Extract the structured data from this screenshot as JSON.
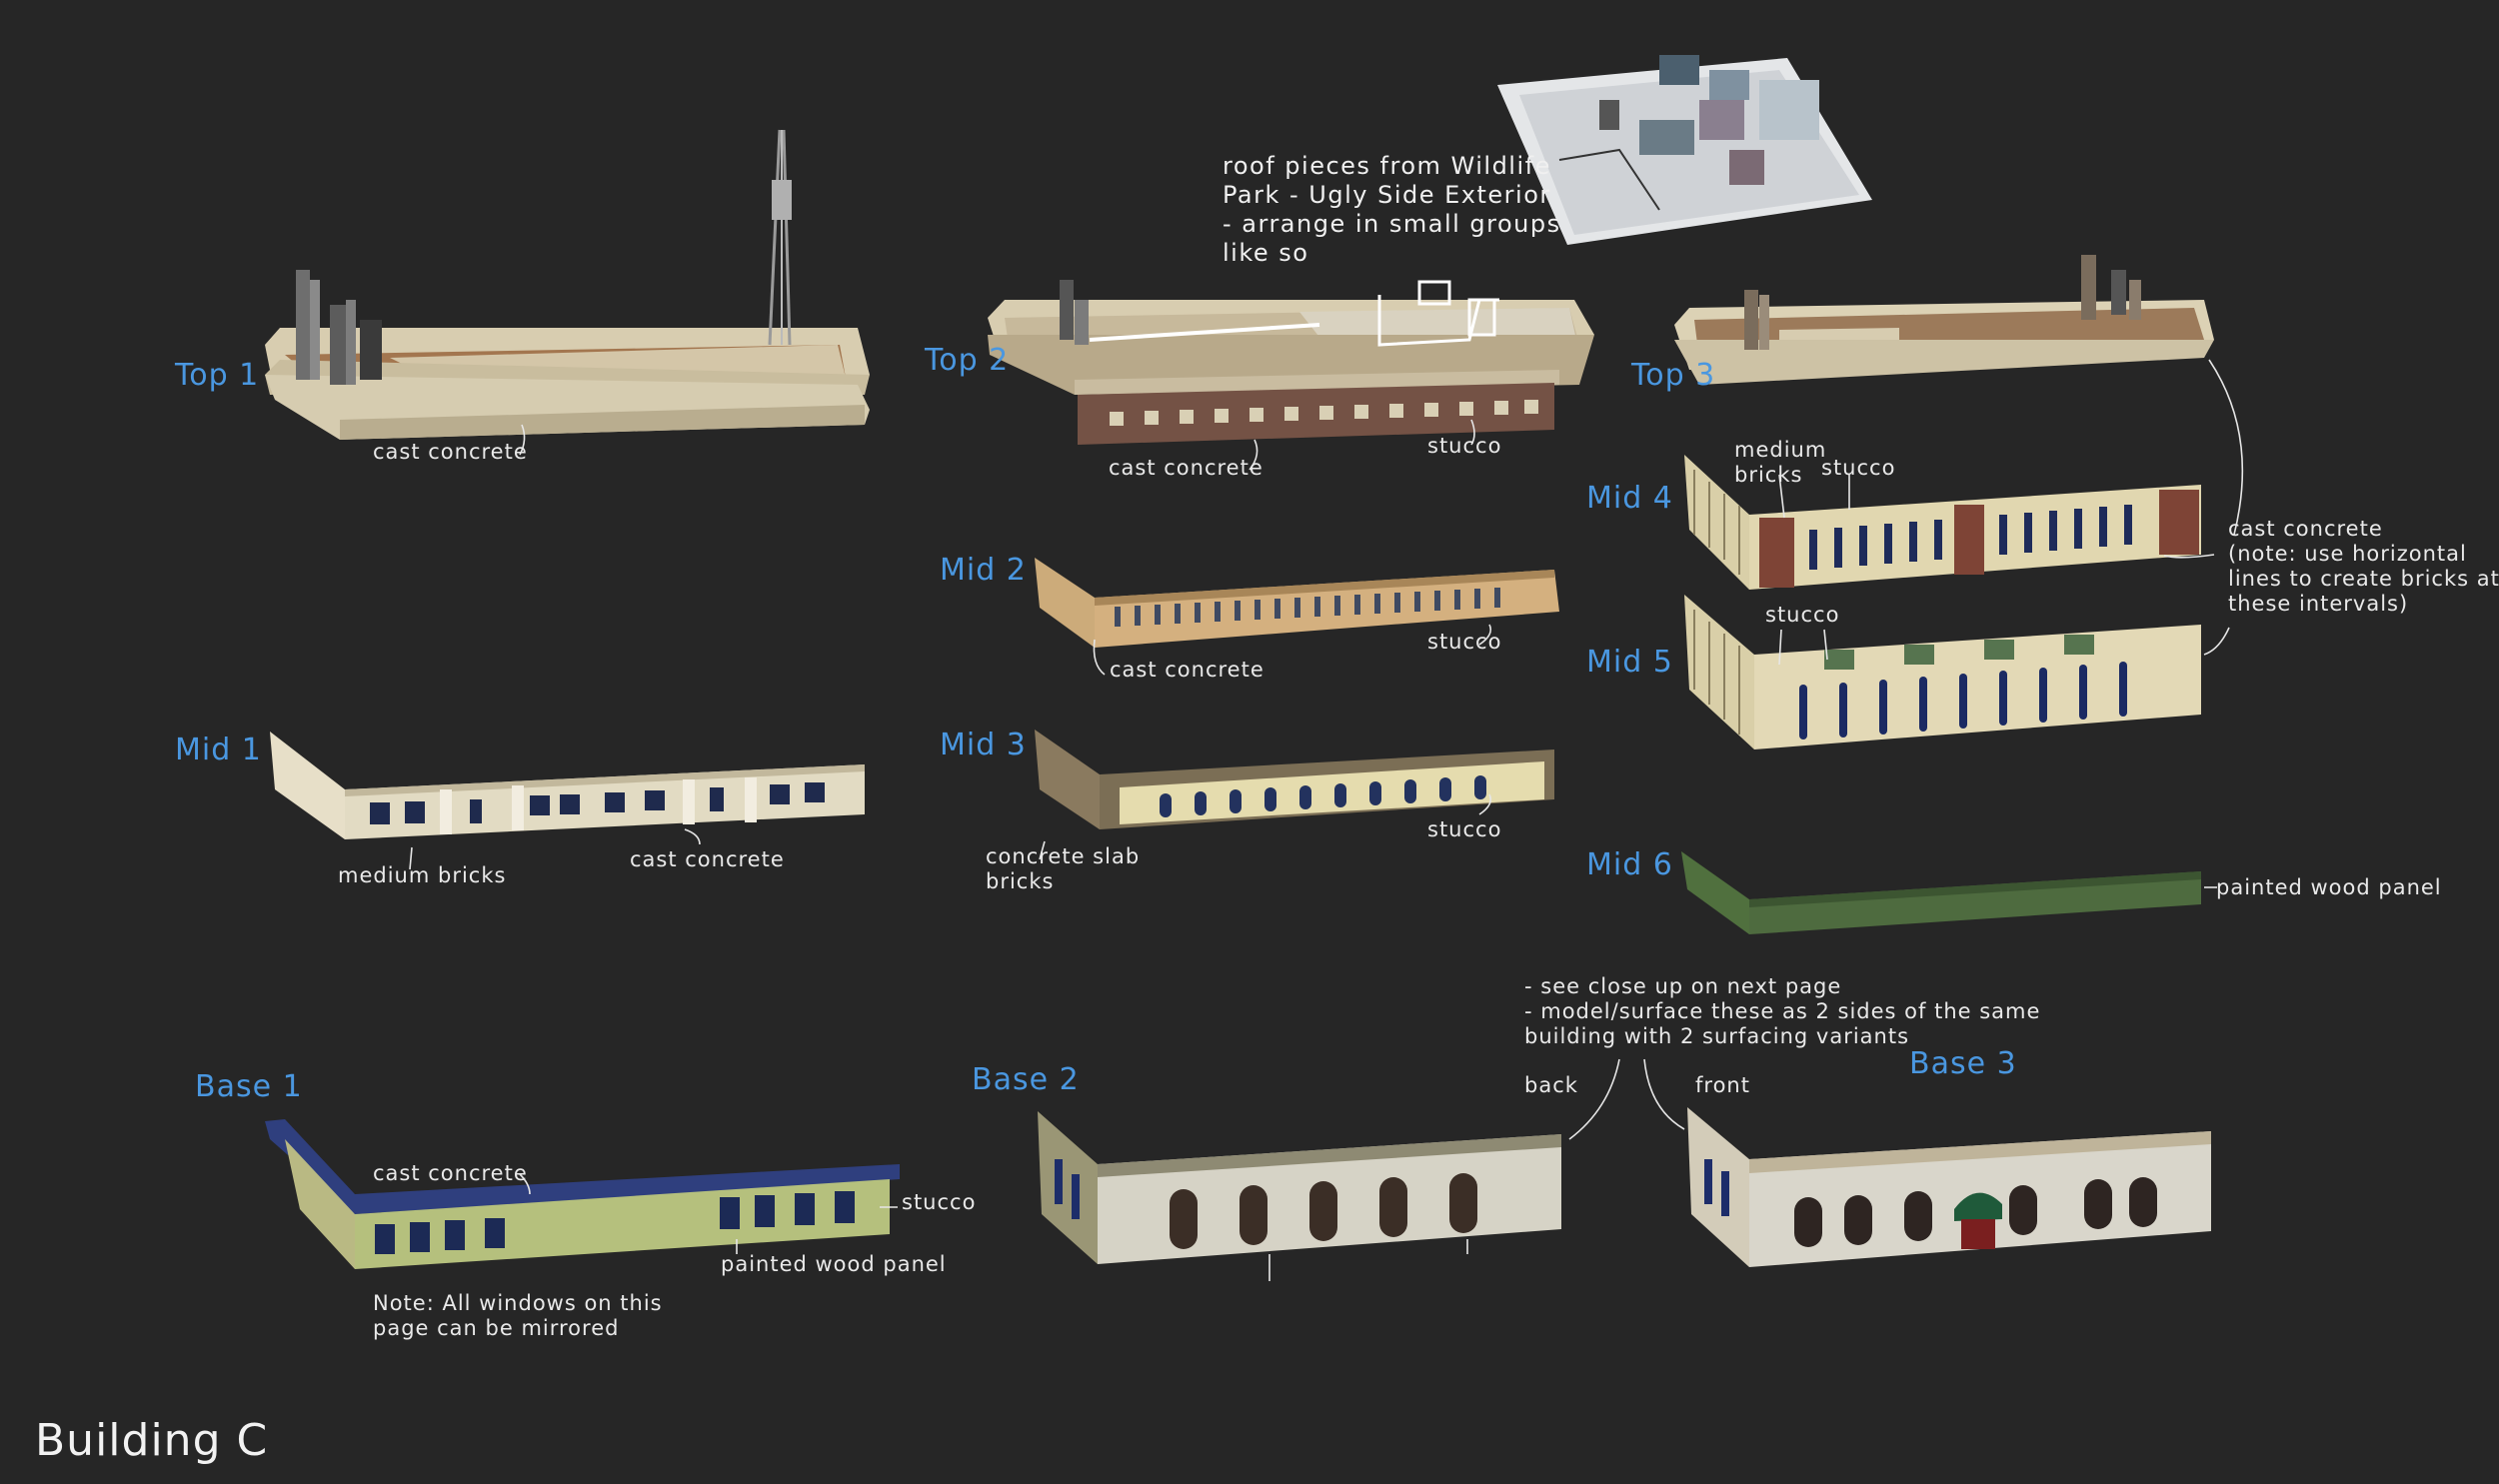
{
  "page": {
    "title": "Building C"
  },
  "sections": {
    "top1": "Top 1",
    "top2": "Top 2",
    "top3": "Top 3",
    "mid1": "Mid 1",
    "mid2": "Mid 2",
    "mid3": "Mid 3",
    "mid4": "Mid 4",
    "mid5": "Mid 5",
    "mid6": "Mid 6",
    "base1": "Base 1",
    "base2": "Base 2",
    "base3": "Base 3"
  },
  "labels": {
    "top1_cast_concrete": "cast concrete",
    "top2_cast_concrete": "cast concrete",
    "top2_stucco": "stucco",
    "roof_note": "roof pieces from Wildlife\nPark - Ugly Side Exterior\n- arrange in small groups\nlike so",
    "mid4_medium_bricks": "medium\nbricks",
    "mid4_stucco": "stucco",
    "mid4_cast_concrete_note": "cast concrete\n(note: use horizontal\nlines to create bricks at\nthese intervals)",
    "mid2_cast_concrete": "cast concrete",
    "mid2_stucco": "stucco",
    "mid5_stucco": "stucco",
    "mid1_medium_bricks": "medium bricks",
    "mid1_cast_concrete": "cast concrete",
    "mid3_concrete_slab": "concrete slab\nbricks",
    "mid3_stucco": "stucco",
    "mid6_painted_wood": "painted wood panel",
    "base_note": "- see close up on next page\n- model/surface these as 2 sides of the same\nbuilding with 2 surfacing variants",
    "back": "back",
    "front": "front",
    "base1_cast_concrete": "cast concrete",
    "base1_stucco": "stucco",
    "base1_painted_wood": "painted wood panel",
    "windows_note": "Note: All windows on this\npage can be mirrored"
  },
  "colors": {
    "background": "#262626",
    "section_label": "#4a97e0",
    "label_text": "#e9e9e9",
    "cast_concrete": "#d9cfb3",
    "brick_red": "#7e4436",
    "stucco_cream": "#e1d7b0",
    "painted_wood_green": "#4e6b3f",
    "window_navy": "#1c2a55"
  }
}
